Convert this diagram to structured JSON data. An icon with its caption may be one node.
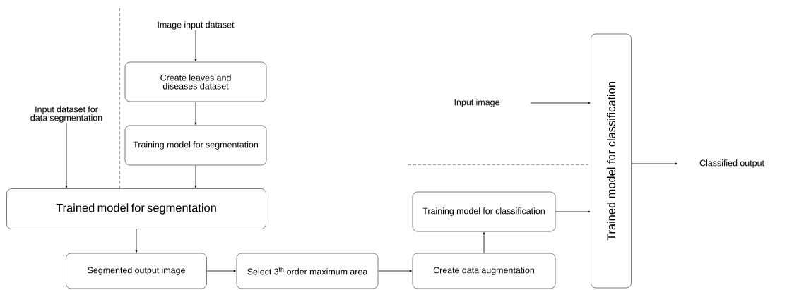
{
  "diagram": {
    "nodes": [
      {
        "text": [
          "Image input dataset"
        ]
      },
      {
        "text": [
          "Create leaves and diseases dataset"
        ]
      },
      {
        "text": [
          "Training model for segmentation"
        ]
      },
      {
        "text": [
          "Input dataset for data segmentation"
        ]
      },
      {
        "text": [
          "Trained model for segmentation"
        ]
      },
      {
        "text": [
          "Segmented output image"
        ]
      },
      {
        "text": [
          "Select 3$^{th}$ order maximum area"
        ]
      },
      {
        "text": [
          "Create data augmentation"
        ]
      },
      {
        "text": [
          "Training model for classification"
        ]
      },
      {
        "text": [
          "Input image"
        ]
      },
      {
        "text": [
          "Trained model for classification"
        ]
      },
      {
        "text": [
          "Classified output"
        ]
      }
    ],
    "edges": [
      {
        "from": 0,
        "to": 1,
        "arrow": "to"
      },
      {
        "from": 1,
        "to": 2,
        "arrow": "to"
      },
      {
        "from": 3,
        "to": 4,
        "arrow": "to"
      },
      {
        "from": 2,
        "to": 4,
        "arrow": "to"
      },
      {
        "from": 4,
        "to": 5,
        "arrow": "to"
      },
      {
        "from": 5,
        "to": 6,
        "arrow": "to"
      },
      {
        "from": 6,
        "to": 7,
        "arrow": "to"
      },
      {
        "from": 7,
        "to": 8,
        "arrow": "to"
      },
      {
        "from": 9,
        "to": 10,
        "arrow": "to"
      },
      {
        "from": 8,
        "to": 10,
        "arrow": "to"
      },
      {
        "from": 10,
        "to": 11,
        "arrow": "to"
      }
    ]
  }
}
